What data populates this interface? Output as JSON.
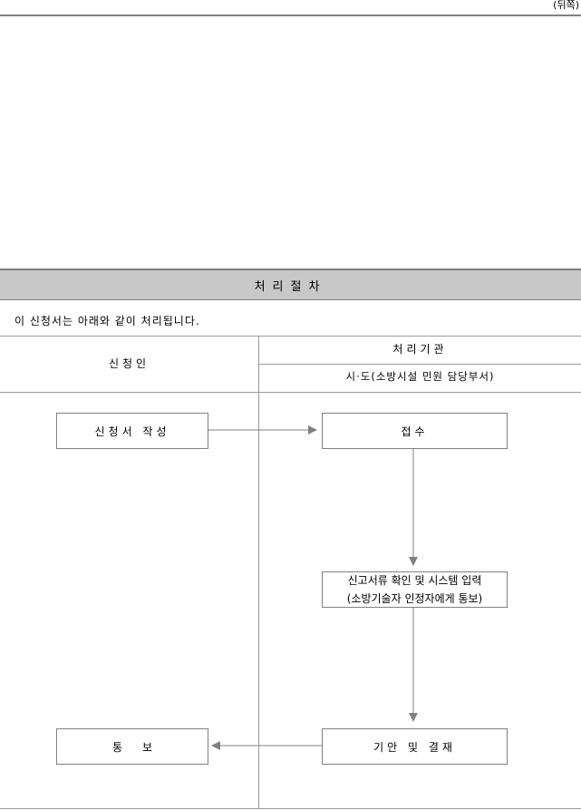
{
  "page": {
    "side_label": "(뒤쪽)"
  },
  "procedure": {
    "header": "처리절차",
    "intro": "이 신청서는 아래와 같이 처리됩니다.",
    "columns": {
      "applicant": "신청인",
      "agency": "처리기관",
      "agency_detail": "시·도(소방시설 민원 담당부서)"
    },
    "steps": {
      "write_application": "신청서 작성",
      "receipt": "접수",
      "review_line1": "신고서류 확인 및 시스템 입력",
      "review_line2": "(소방기술자 인정자에게 통보)",
      "draft_approval": "기안 및 결재",
      "notification": "통보"
    }
  }
}
